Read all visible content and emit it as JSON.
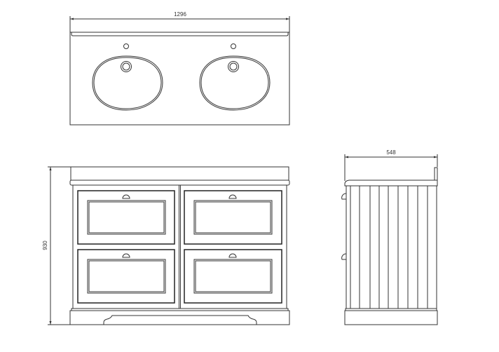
{
  "dimensions": {
    "width_top": "1296",
    "height_front": "930",
    "depth_side": "548"
  },
  "colors": {
    "line": "#333333",
    "background": "#ffffff"
  }
}
